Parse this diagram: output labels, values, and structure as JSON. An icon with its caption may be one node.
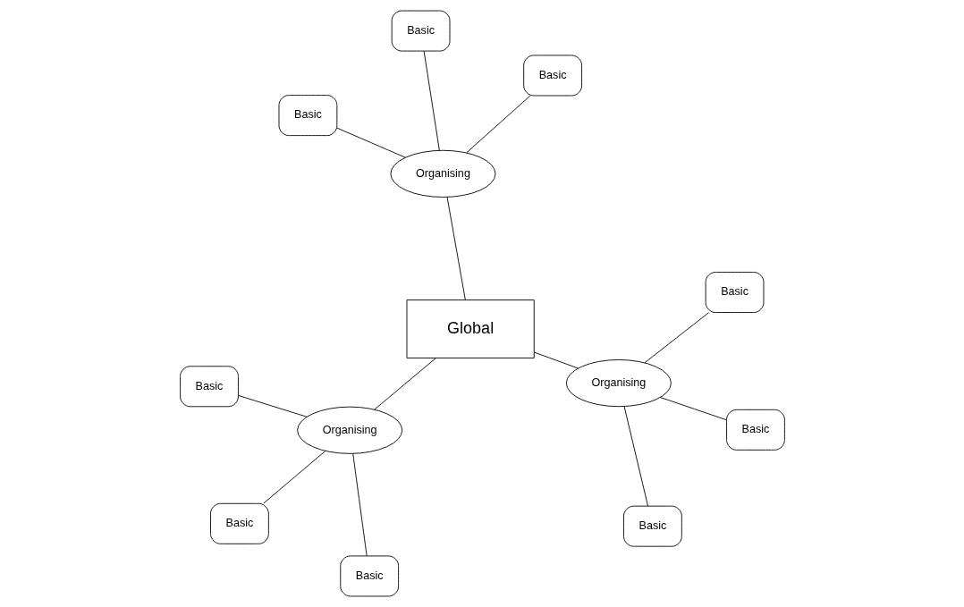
{
  "diagram": {
    "nodes": [
      {
        "text": [
          "Global"
        ]
      },
      {
        "text": [
          "Organising"
        ]
      },
      {
        "text": [
          "Basic"
        ]
      },
      {
        "text": [
          "Basic"
        ]
      },
      {
        "text": [
          "Basic"
        ]
      },
      {
        "text": [
          "Organising"
        ]
      },
      {
        "text": [
          "Basic"
        ]
      },
      {
        "text": [
          "Basic"
        ]
      },
      {
        "text": [
          "Basic"
        ]
      },
      {
        "text": [
          "Organising"
        ]
      },
      {
        "text": [
          "Basic"
        ]
      },
      {
        "text": [
          "Basic"
        ]
      },
      {
        "text": [
          "Basic"
        ]
      }
    ],
    "edges": [
      {
        "from": 0,
        "to": 1,
        "arrow": "none"
      },
      {
        "from": 1,
        "to": 2,
        "arrow": "none"
      },
      {
        "from": 1,
        "to": 3,
        "arrow": "none"
      },
      {
        "from": 1,
        "to": 4,
        "arrow": "none"
      },
      {
        "from": 0,
        "to": 5,
        "arrow": "none"
      },
      {
        "from": 5,
        "to": 6,
        "arrow": "none"
      },
      {
        "from": 5,
        "to": 7,
        "arrow": "none"
      },
      {
        "from": 5,
        "to": 8,
        "arrow": "none"
      },
      {
        "from": 0,
        "to": 9,
        "arrow": "none"
      },
      {
        "from": 9,
        "to": 10,
        "arrow": "none"
      },
      {
        "from": 9,
        "to": 11,
        "arrow": "none"
      },
      {
        "from": 9,
        "to": 12,
        "arrow": "none"
      }
    ]
  }
}
